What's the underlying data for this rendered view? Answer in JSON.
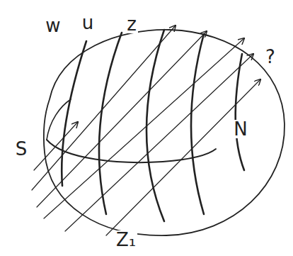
{
  "diagram": {
    "labels": [
      "w",
      "u",
      "z",
      "?",
      "S",
      "N",
      "Z₁"
    ]
  }
}
